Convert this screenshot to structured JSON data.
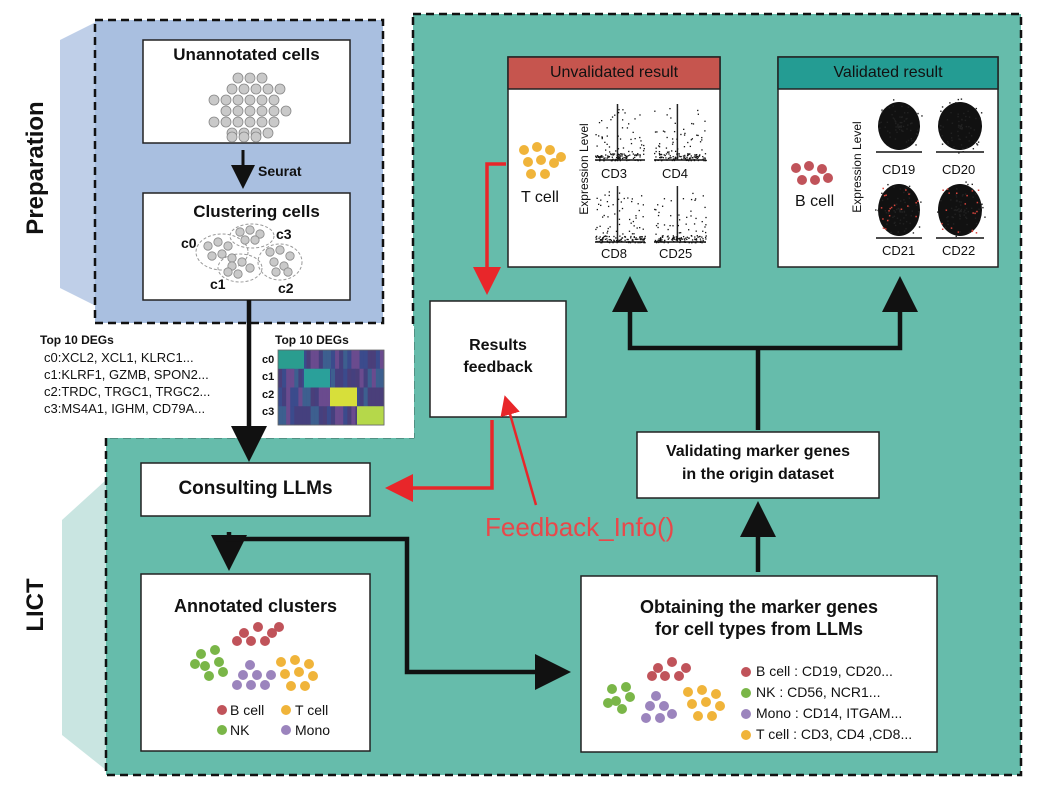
{
  "preparation": {
    "section_label": "Preparation",
    "unannotated_title": "Unannotated cells",
    "seurat_label": "Seurat",
    "clustering_title": "Clustering cells",
    "cluster_labels": [
      "c0",
      "c3",
      "c1",
      "c2"
    ]
  },
  "degs": {
    "title": "Top 10 DEGs",
    "lines": [
      "c0:XCL2, XCL1, KLRC1...",
      "c1:KLRF1, GZMB, SPON2...",
      "c2:TRDC, TRGC1, TRGC2...",
      "c3:MS4A1, IGHM, CD79A..."
    ],
    "heatmap_title": "Top 10 DEGs",
    "heatmap_rows": [
      "c0",
      "c1",
      "c2",
      "c3"
    ]
  },
  "licT": {
    "section_label": "LICT",
    "consulting": "Consulting LLMs",
    "annotated_title": "Annotated clusters",
    "legend": [
      {
        "label": "B cell",
        "color": "#c0535a"
      },
      {
        "label": "T cell",
        "color": "#f0b43a"
      },
      {
        "label": "NK",
        "color": "#7ab648"
      },
      {
        "label": "Mono",
        "color": "#9b84bd"
      }
    ],
    "obtaining_line1": "Obtaining the marker genes",
    "obtaining_line2": "for cell types from LLMs",
    "marker_list": [
      {
        "text": "B cell : CD19, CD20...",
        "color": "#c0535a"
      },
      {
        "text": "NK : CD56, NCR1...",
        "color": "#7ab648"
      },
      {
        "text": "Mono : CD14, ITGAM...",
        "color": "#9b84bd"
      },
      {
        "text": "T cell : CD3, CD4 ,CD8...",
        "color": "#f0b43a"
      }
    ],
    "validating_line1": "Validating marker genes",
    "validating_line2": "in the origin dataset",
    "results_line1": "Results",
    "results_line2": "feedback",
    "feedback_func": "Feedback_Info()"
  },
  "unvalidated": {
    "title": "Unvalidated result",
    "cell_label": "T cell",
    "ylabel": "Expression Level",
    "genes": [
      "CD3",
      "CD4",
      "CD8",
      "CD25"
    ]
  },
  "validated": {
    "title": "Validated result",
    "cell_label": "B cell",
    "ylabel": "Expression Level",
    "genes": [
      "CD19",
      "CD20",
      "CD21",
      "CD22"
    ]
  },
  "colors": {
    "teal": "#66bcab",
    "blue": "#a9bfe0",
    "red_header": "#c6554e",
    "teal_header": "#249c93",
    "arrow_red": "#e8262a",
    "feedback_text": "#e8484a"
  }
}
